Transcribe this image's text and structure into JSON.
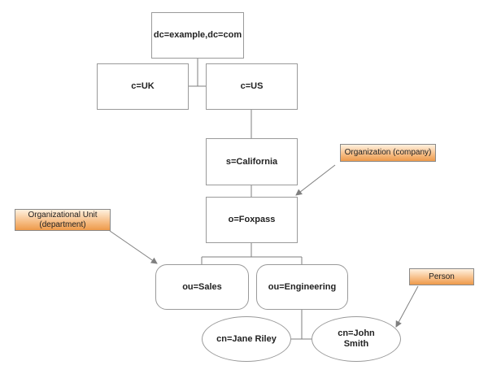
{
  "nodes": {
    "root": "dc=example,dc=com",
    "uk": "c=UK",
    "us": "c=US",
    "state": "s=California",
    "org": "o=Foxpass",
    "sales": "ou=Sales",
    "engineering": "ou=Engineering",
    "jane": "cn=Jane Riley",
    "john": "cn=John\nSmith"
  },
  "callouts": {
    "organization": "Organization (company)",
    "org_unit": "Organizational Unit\n(department)",
    "person": "Person"
  },
  "colors": {
    "line": "#7f7f7f",
    "border": "#9a9a9a",
    "callout_top": "#fff1df",
    "callout_bottom": "#ee9a4a"
  }
}
